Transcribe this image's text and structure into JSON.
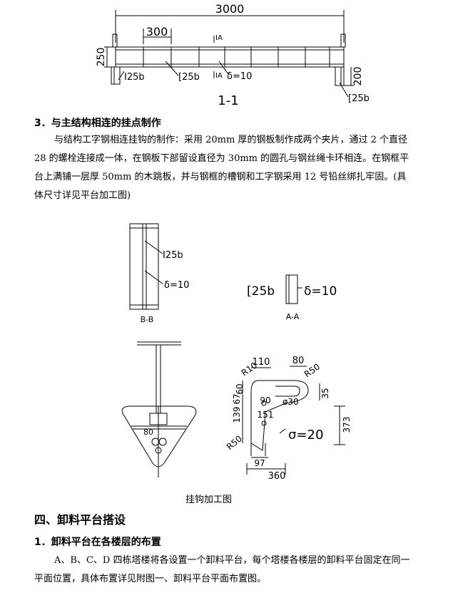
{
  "figure1": {
    "dim_total": "3000",
    "dim_spacing": "300",
    "dim_height": "250",
    "dim_leg": "200",
    "label_i25b": "I25b",
    "label_c25b_mid": "[25b",
    "label_c25b_right": "[25b",
    "label_delta": "δ=10",
    "section_mark_top": "IA",
    "section_mark_bottom": "IA",
    "section_title": "1-1"
  },
  "section3": {
    "heading": "3．与主结构相连的挂点制作",
    "lines": [
      "与结构工字钢相连挂钩的制作：采用 20mm 厚的钢板制作成两个夹片，通过 2 个直径",
      "28 的螺栓连接成一体，在钢板下部留设直径为 30mm 的圆孔与钢丝绳卡环相连。在钢框平",
      "台上满铺一层厚 50mm 的木跳板，并与钢框的槽钢和工字钢采用 12 号铅丝绑扎牢固。(具",
      "体尺寸详见平台加工图)"
    ]
  },
  "figure2": {
    "bb_label_i": "I25b",
    "bb_label_delta": "δ=10",
    "bb_title": "B-B",
    "aa_label_c": "[25b",
    "aa_label_delta": "δ=10",
    "aa_title": "A-A",
    "hook_dims": {
      "d110": "110",
      "d80": "80",
      "r10": "R10",
      "r50_top": "R50",
      "d60": "60",
      "d90": "90",
      "d35": "35",
      "phi30": "ø30",
      "d139": "139",
      "d67": "67",
      "d151": "151",
      "d373": "373",
      "r50_bottom": "R50",
      "sigma": "σ=20",
      "d97": "97",
      "d360": "360"
    },
    "caption": "挂钩加工图"
  },
  "section4": {
    "heading": "四、卸料平台搭设",
    "sub1_heading": "1．卸料平台在各楼层的布置",
    "lines": [
      "A、B、C、D 四栋塔楼将各设置一个卸料平台，每个塔楼各楼层的卸料平台固定在同一",
      "平面位置，具体布置详见附图一、卸料平台平面布置图。"
    ]
  }
}
